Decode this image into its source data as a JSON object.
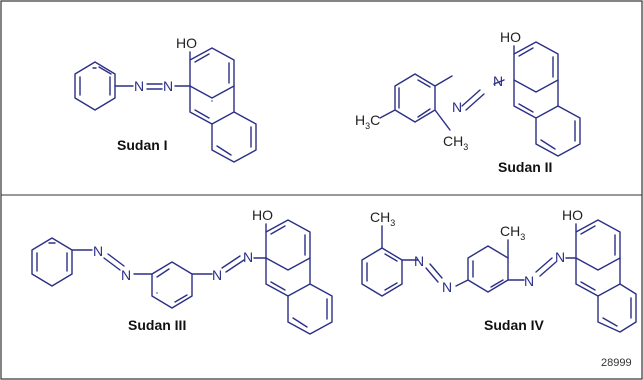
{
  "figure_code": "28999",
  "atom_labels": {
    "hydroxyl": "HO",
    "nitrogen": "N",
    "methyl": "CH",
    "methyl_subscript": "3",
    "hydrogen": "H",
    "carbon": "C"
  },
  "compounds": [
    {
      "name": "Sudan I"
    },
    {
      "name": "Sudan II"
    },
    {
      "name": "Sudan III"
    },
    {
      "name": "Sudan IV"
    }
  ],
  "colors": {
    "bond": "#2b2f86",
    "frame": "#333333",
    "text": "#111111"
  }
}
